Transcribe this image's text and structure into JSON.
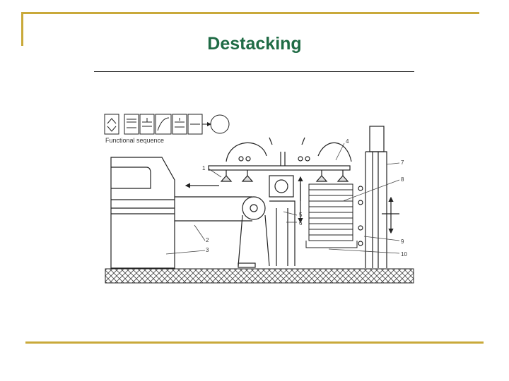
{
  "slide": {
    "title": "Destacking"
  },
  "diagram": {
    "caption": "Functional sequence",
    "callouts": [
      "1",
      "2",
      "3",
      "4",
      "5",
      "6",
      "7",
      "8",
      "9",
      "10"
    ],
    "colors": {
      "accent": "#c9a93a",
      "title": "#1f6b45",
      "line": "#222222"
    }
  }
}
